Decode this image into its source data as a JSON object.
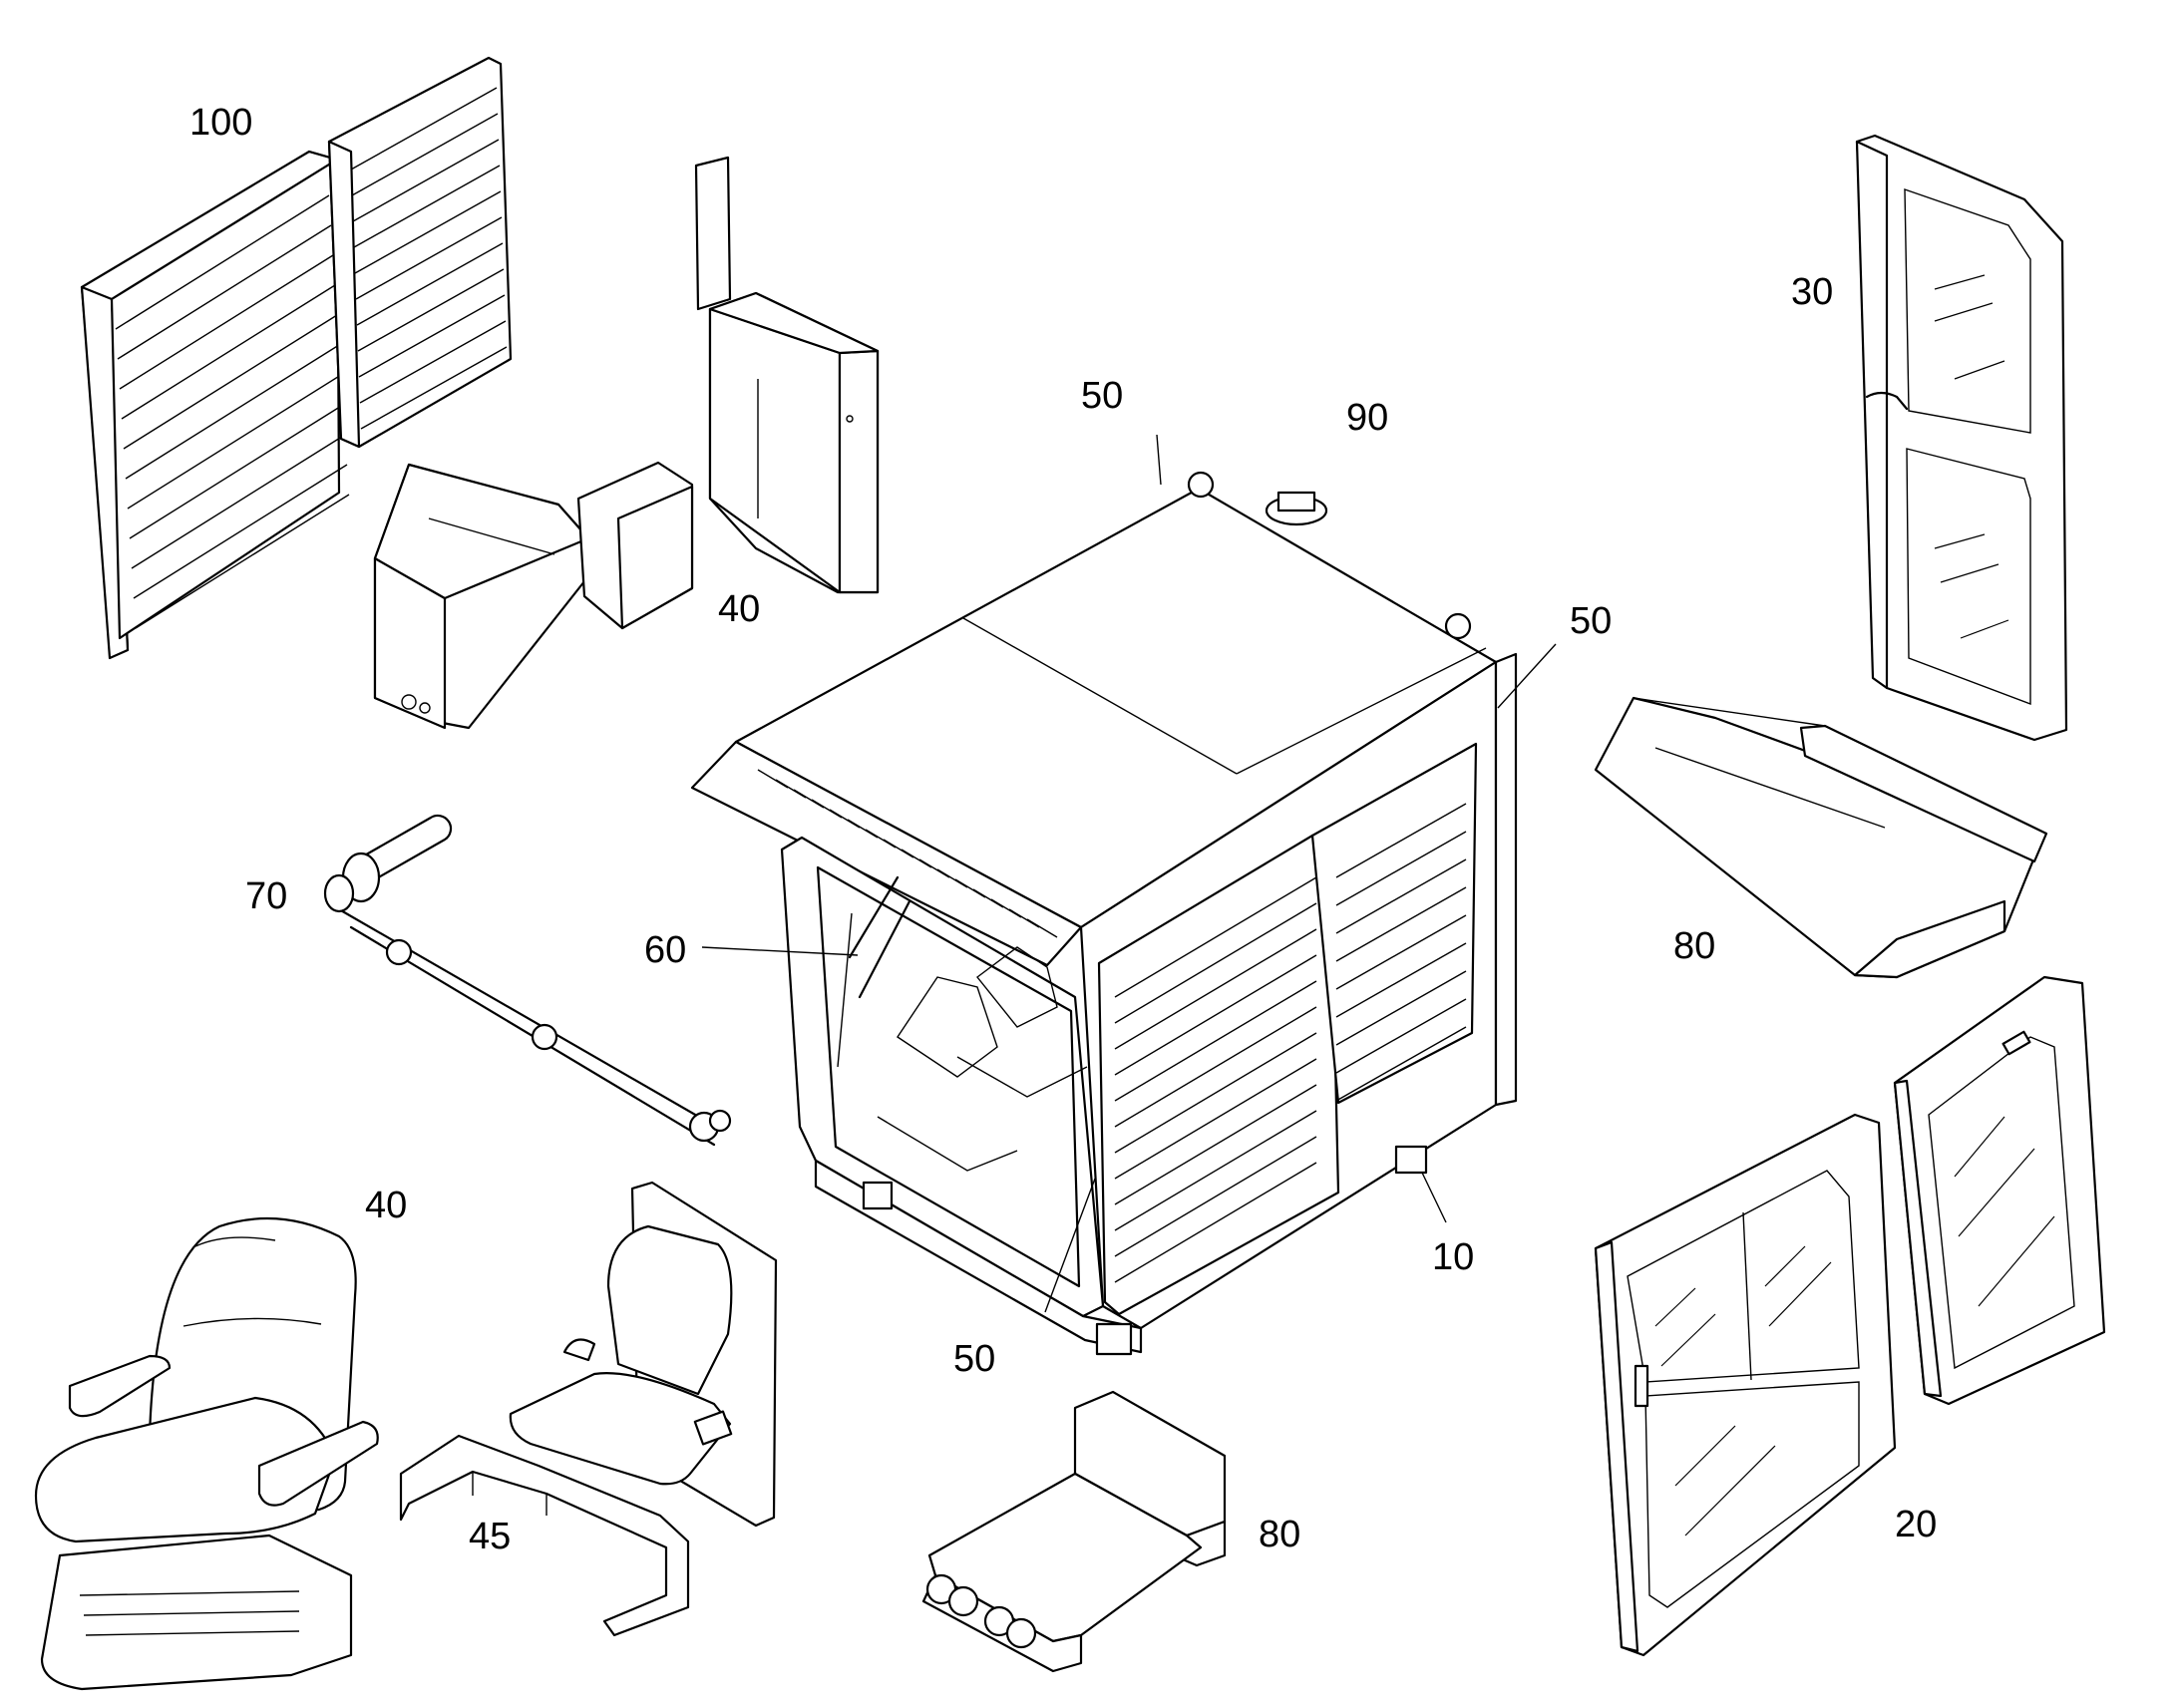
{
  "callouts": [
    {
      "id": "c100",
      "text": "100"
    },
    {
      "id": "c40a",
      "text": "40"
    },
    {
      "id": "c50a",
      "text": "50"
    },
    {
      "id": "c90",
      "text": "90"
    },
    {
      "id": "c30",
      "text": "30"
    },
    {
      "id": "c50b",
      "text": "50"
    },
    {
      "id": "c70",
      "text": "70"
    },
    {
      "id": "c60",
      "text": "60"
    },
    {
      "id": "c80a",
      "text": "80"
    },
    {
      "id": "c40b",
      "text": "40"
    },
    {
      "id": "c10",
      "text": "10"
    },
    {
      "id": "c50c",
      "text": "50"
    },
    {
      "id": "c45",
      "text": "45"
    },
    {
      "id": "c80b",
      "text": "80"
    },
    {
      "id": "c20",
      "text": "20"
    }
  ]
}
